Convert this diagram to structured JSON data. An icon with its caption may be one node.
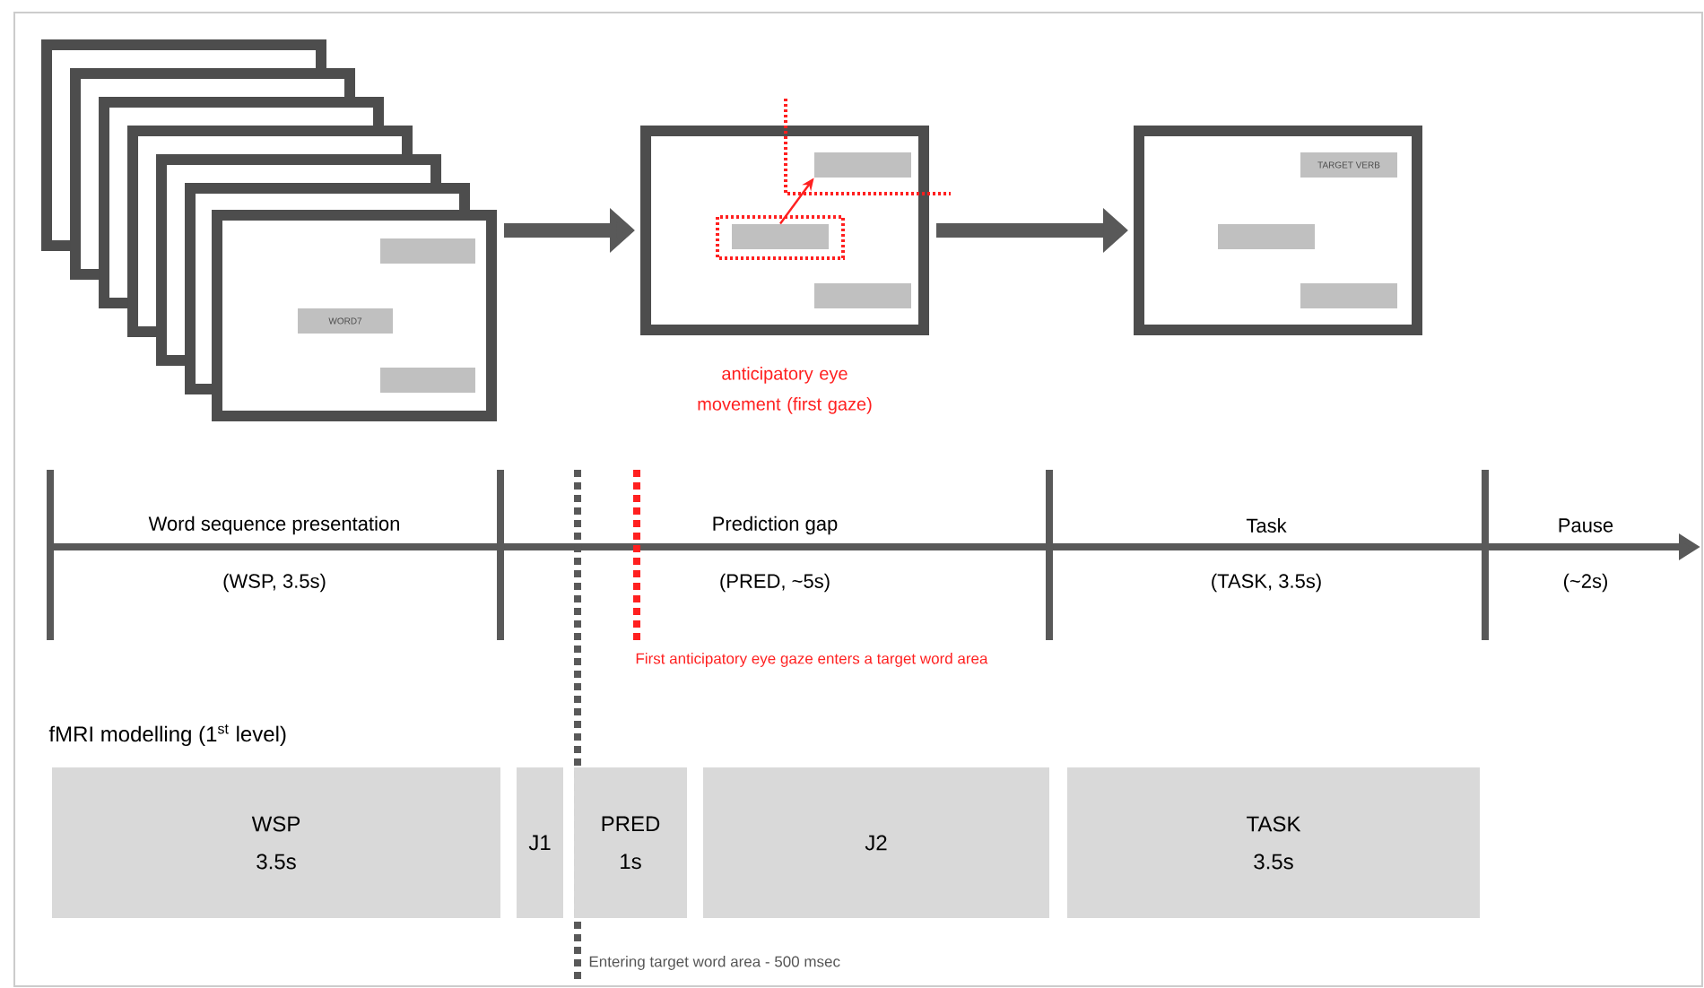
{
  "diagram": {
    "nodes": [
      {
        "text": [],
        "shape": "box"
      },
      {
        "text": [],
        "shape": "bar",
        "in": 0
      },
      {
        "text": [
          "WORD7"
        ],
        "in": 0
      },
      {
        "text": [],
        "shape": "bar",
        "in": 0
      },
      {
        "text": [],
        "shape": "box",
        "beside": [
          "anticipatory eye movement (first gaze)"
        ]
      },
      {
        "text": [],
        "shape": "bar",
        "in": 4
      },
      {
        "text": [],
        "shape": "bar",
        "in": 4
      },
      {
        "text": [],
        "shape": "bar",
        "in": 4
      },
      {
        "text": [],
        "shape": "box"
      },
      {
        "text": [
          "TARGET VERB"
        ],
        "in": 8
      },
      {
        "text": [],
        "shape": "bar",
        "in": 8
      },
      {
        "text": [],
        "shape": "bar",
        "in": 8
      },
      {
        "text": [
          "WSP",
          "3.5s"
        ]
      },
      {
        "text": [
          "J1"
        ]
      },
      {
        "text": [
          "PRED",
          "1s"
        ]
      },
      {
        "text": [
          "J2"
        ]
      },
      {
        "text": [
          "TASK",
          "3.5s"
        ]
      }
    ],
    "edges": [
      {
        "from": 0,
        "to": 4,
        "arrow": "to"
      },
      {
        "from": 4,
        "to": 8,
        "arrow": "to"
      },
      {
        "from": 6,
        "to": 5,
        "arrow": "to",
        "color": "#ff2020"
      }
    ],
    "labels": [
      "Word sequence presentation",
      "(WSP, 3.5s)",
      "Prediction gap",
      "(PRED, ~5s)",
      "Task",
      "(TASK, 3.5s)",
      "Pause",
      "(~2s)",
      "First anticipatory eye gaze enters a target word area",
      "fMRI modelling (1$^{st}$ level)",
      "Entering target word area  - 500 msec"
    ]
  }
}
